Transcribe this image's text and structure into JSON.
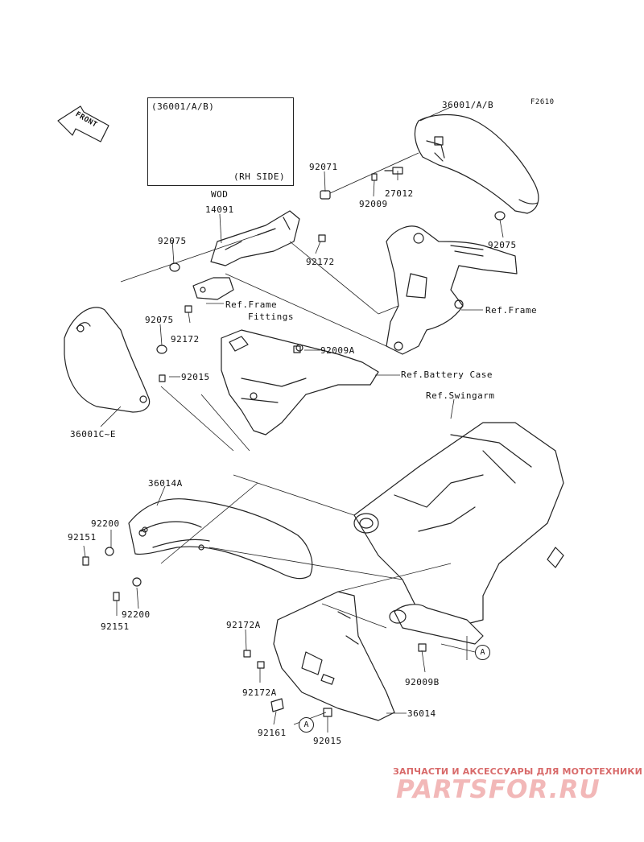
{
  "figure_code": "F2610",
  "front_arrow": {
    "label": "FRONT",
    "icon": "front-direction-arrow-icon"
  },
  "inset": {
    "title": "(36001/A/B)",
    "caption": "(RH SIDE)"
  },
  "note_wod": "WOD",
  "part_labels": {
    "p36001_top": "36001/A/B",
    "p92071": "92071",
    "p27012": "27012",
    "p92009": "92009",
    "p92075_right": "92075",
    "p14091": "14091",
    "p92075_left": "92075",
    "p92172_upper": "92172",
    "p92172_lower": "92172",
    "p92075_mid": "92075",
    "p92015_left": "92015",
    "p36001c": "36001C~E",
    "p92009a": "92009A",
    "p36014a": "36014A",
    "p92200_top": "92200",
    "p92151_top": "92151",
    "p92200_bottom": "92200",
    "p92151_bottom": "92151",
    "p92172a_top": "92172A",
    "p92172a_bottom": "92172A",
    "p92161": "92161",
    "p92015_bottom": "92015",
    "p36014": "36014",
    "p92009b": "92009B"
  },
  "ref_labels": {
    "frame_fittings_1": "Ref.Frame",
    "frame_fittings_2": "Fittings",
    "frame": "Ref.Frame",
    "battery_case": "Ref.Battery Case",
    "swingarm": "Ref.Swingarm"
  },
  "circle_refs": {
    "a_right": "A",
    "a_bottom": "A"
  },
  "watermark": {
    "line1": "ЗАПЧАСТИ И АКСЕССУАРЫ ДЛЯ МОТОТЕХНИКИ",
    "line2": "PARTSFOR.RU"
  }
}
